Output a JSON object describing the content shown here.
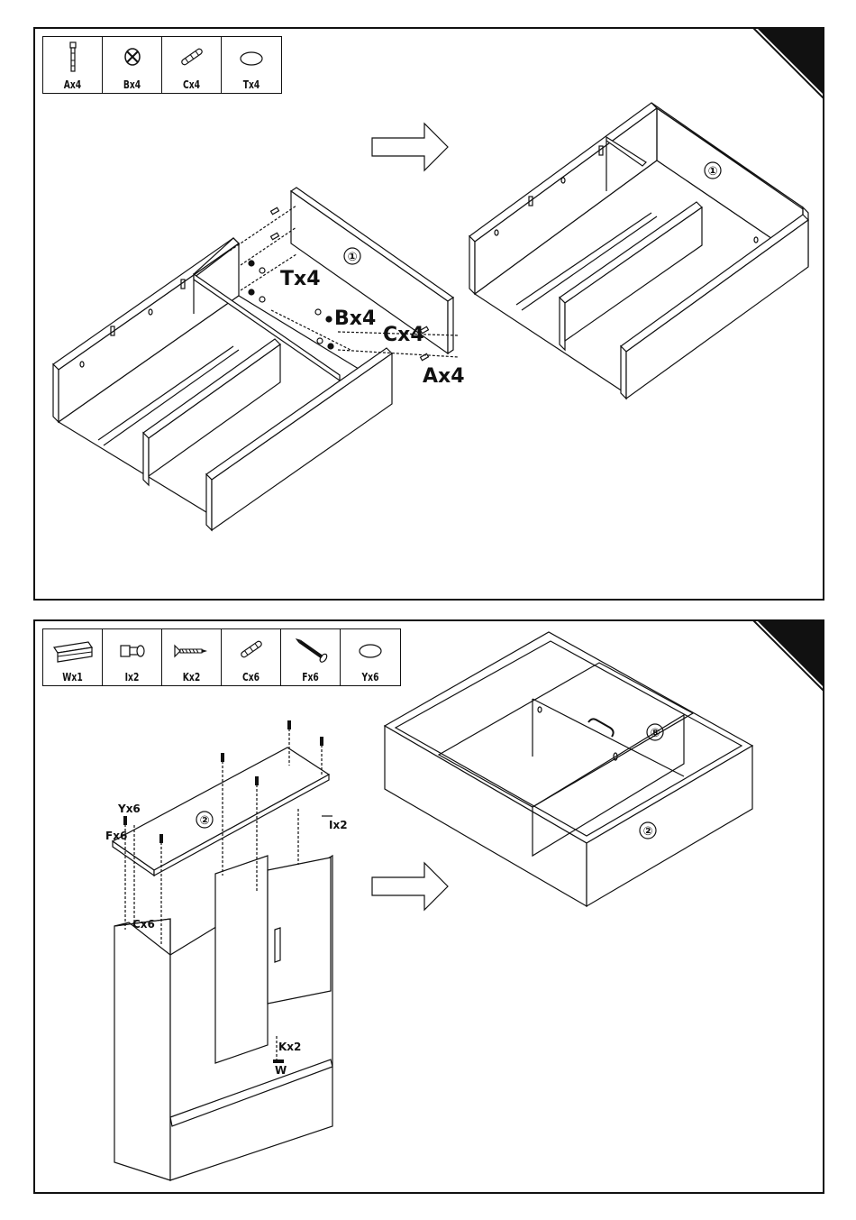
{
  "step1": {
    "parts": [
      {
        "icon": "cam-bolt-icon",
        "label": "Ax4"
      },
      {
        "icon": "cam-lock-icon",
        "label": "Bx4"
      },
      {
        "icon": "wooden-dowel-icon",
        "label": "Cx4"
      },
      {
        "icon": "cover-cap-icon",
        "label": "Tx4"
      }
    ],
    "callouts": {
      "panel_number": "①",
      "result_panel_number": "①",
      "t": "Tx4",
      "b": "Bx4",
      "c": "Cx4",
      "a": "Ax4"
    }
  },
  "step2": {
    "parts": [
      {
        "icon": "drawer-runner-icon",
        "label": "Wx1"
      },
      {
        "icon": "handle-connector-icon",
        "label": "Ix2"
      },
      {
        "icon": "short-screw-icon",
        "label": "Kx2"
      },
      {
        "icon": "wooden-dowel-icon",
        "label": "Cx6"
      },
      {
        "icon": "long-screw-icon",
        "label": "Fx6"
      },
      {
        "icon": "cover-cap-icon",
        "label": "Yx6"
      }
    ],
    "callouts": {
      "top_panel_number": "②",
      "y": "Yx6",
      "f": "Fx6",
      "c": "Cx6",
      "i": "Ix2",
      "k": "Kx2",
      "w": "W",
      "result_top_number": "⑧",
      "result_bottom_number": "②"
    }
  }
}
